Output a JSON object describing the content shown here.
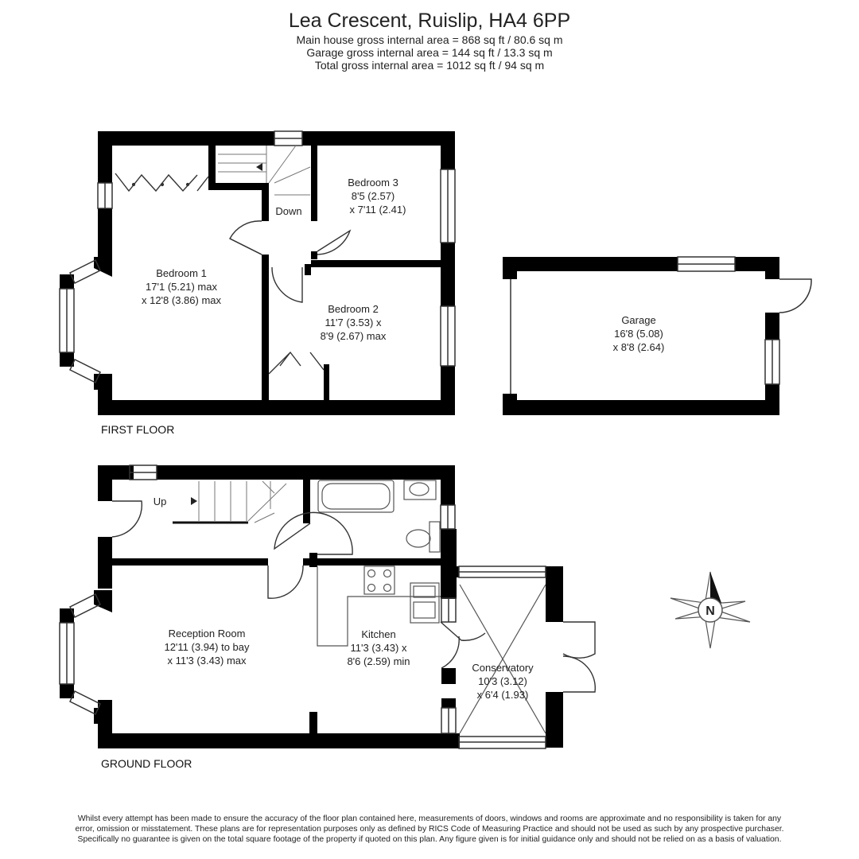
{
  "header": {
    "title": "Lea Crescent, Ruislip, HA4 6PP",
    "area_lines": [
      "Main house gross internal area =  868 sq ft / 80.6 sq m",
      "Garage gross internal area = 144 sq ft / 13.3 sq m",
      "Total gross internal area =  1012 sq ft / 94 sq m"
    ]
  },
  "floors": {
    "first": "FIRST FLOOR",
    "ground": "GROUND FLOOR"
  },
  "rooms": {
    "bedroom1": [
      "Bedroom 1",
      "17'1 (5.21) max",
      "x 12'8 (3.86) max"
    ],
    "bedroom2": [
      "Bedroom 2",
      "11'7 (3.53) x",
      "8'9 (2.67) max"
    ],
    "bedroom3": [
      "Bedroom 3",
      "8'5 (2.57)",
      "x 7'11 (2.41)"
    ],
    "garage": [
      "Garage",
      "16'8 (5.08)",
      "x 8'8 (2.64)"
    ],
    "reception": [
      "Reception Room",
      "12'11 (3.94) to bay",
      "x 11'3 (3.43) max"
    ],
    "kitchen": [
      "Kitchen",
      "11'3 (3.43) x",
      "8'6 (2.59) min"
    ],
    "conservatory": [
      "Conservatory",
      "10'3 (3.12)",
      "x 6'4 (1.93)"
    ]
  },
  "stairs": {
    "down": "Down",
    "up": "Up"
  },
  "compass": {
    "letter": "N"
  },
  "disclaimer": [
    "Whilst every attempt has been made to ensure the accuracy of the floor plan contained here, measurements of doors, windows and rooms are approximate and no responsibility is taken for any",
    "error, omission or misstatement. These plans are for representation purposes only as defined by RICS Code of Measuring Practice and should not be used as such by any prospective purchaser.",
    "Specifically no guarantee is given on the total square footage of the property if quoted on this plan. Any figure given is for initial guidance only and should not be relied on as a basis of valuation."
  ],
  "colors": {
    "wall": "#000000",
    "background": "#ffffff",
    "line": "#333333"
  }
}
